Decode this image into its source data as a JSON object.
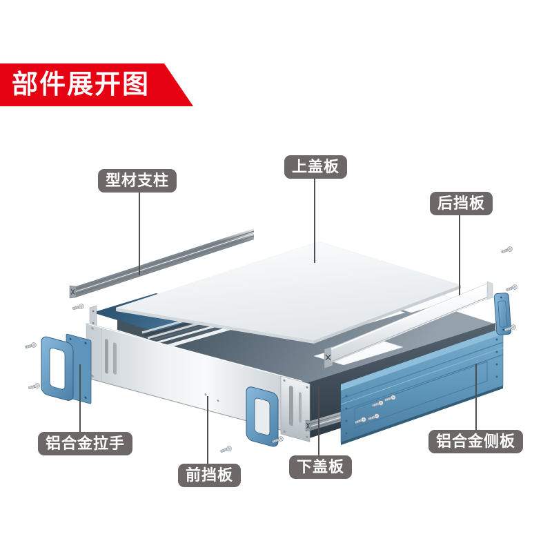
{
  "banner": {
    "title": "部件展开图"
  },
  "labels": [
    {
      "part": "profile-strut",
      "text": "型材支柱"
    },
    {
      "part": "top-cover",
      "text": "上盖板"
    },
    {
      "part": "rear-panel",
      "text": "后挡板"
    },
    {
      "part": "aluminum-handle",
      "text": "铝合金拉手"
    },
    {
      "part": "front-panel",
      "text": "前挡板"
    },
    {
      "part": "bottom-cover",
      "text": "下盖板"
    },
    {
      "part": "aluminum-side-panel",
      "text": "铝合金侧板"
    }
  ],
  "colors": {
    "banner_red": "#e60113",
    "label_gray": "#6d6867",
    "label_text": "#ffffff",
    "leader_line": "#4d4d4d",
    "panel_blue": "#6aa0c3",
    "panel_blue_dark": "#3f6f94",
    "chassis_slate": "#5c6d7c",
    "aluminum_silver": "#d9dde0",
    "background": "#ffffff"
  }
}
